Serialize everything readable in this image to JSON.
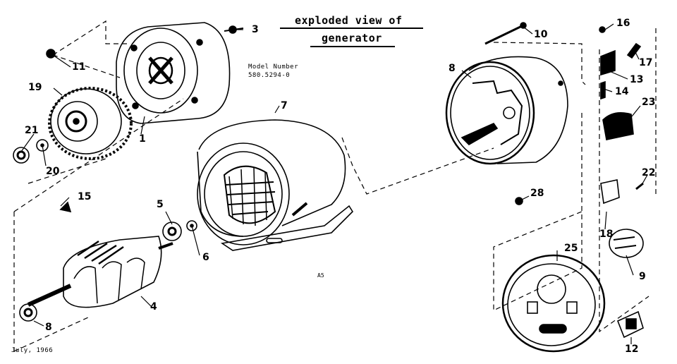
{
  "title": {
    "line1": "exploded view of",
    "line2": "generator"
  },
  "model": {
    "label": "Model Number",
    "number": "580.5294-0"
  },
  "footer_date": "July, 1966",
  "page_code": "A5",
  "callouts": {
    "c1": "1",
    "c3": "3",
    "c4": "4",
    "c5": "5",
    "c6": "6",
    "c7": "7",
    "c8": "8",
    "c8b": "8",
    "c9": "9",
    "c10": "10",
    "c11": "11",
    "c12": "12",
    "c13": "13",
    "c14": "14",
    "c15": "15",
    "c16": "16",
    "c17": "17",
    "c18": "18",
    "c19": "19",
    "c20": "20",
    "c21": "21",
    "c22": "22",
    "c23": "23",
    "c25": "25",
    "c28": "28"
  }
}
